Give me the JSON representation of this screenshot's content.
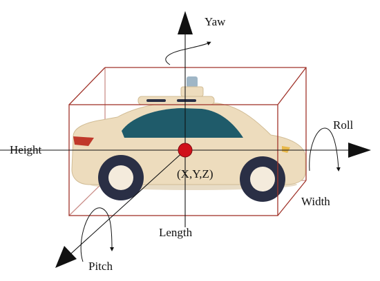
{
  "labels": {
    "yaw": "Yaw",
    "roll": "Roll",
    "pitch": "Pitch",
    "height": "Height",
    "width": "Width",
    "length": "Length",
    "center": "(X,Y,Z)"
  },
  "colors": {
    "box_edge": "#a0332a",
    "car_body": "#eddcbd",
    "car_shadow": "#d8c4a0",
    "window": "#1f5b6a",
    "tire": "#2a2f45",
    "hub": "#f4ebdc",
    "center_point": "#d0101a",
    "tail_light": "#c0392b",
    "head_light": "#e8b84a",
    "sensor": "#9fb6c6",
    "axis": "#111111"
  }
}
